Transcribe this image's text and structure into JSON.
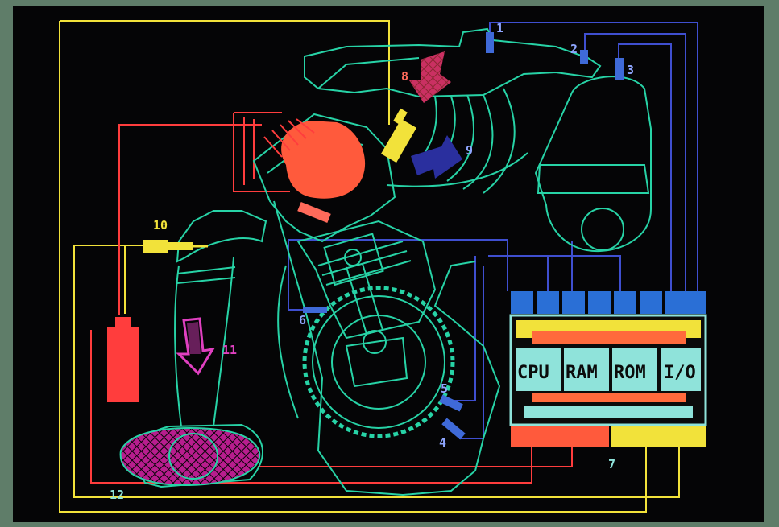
{
  "callouts": {
    "c1": "1",
    "c2": "2",
    "c3": "3",
    "c4": "4",
    "c5": "5",
    "c6": "6",
    "c7": "7",
    "c8": "8",
    "c9": "9",
    "c10": "10",
    "c11": "11",
    "c12": "12"
  },
  "ecu": {
    "cpu": "CPU",
    "ram": "RAM",
    "rom": "ROM",
    "io": "I/O"
  },
  "colors": {
    "background": "#050506",
    "frame": "#5f7d69",
    "engine_outline": "#27d3a6",
    "signal_blue": "#3f4fd0",
    "wire_red": "#ff3d3d",
    "wire_yellow": "#f2e23a",
    "ecu_body": "#8fe3da",
    "air_filter": "#e030b0"
  }
}
